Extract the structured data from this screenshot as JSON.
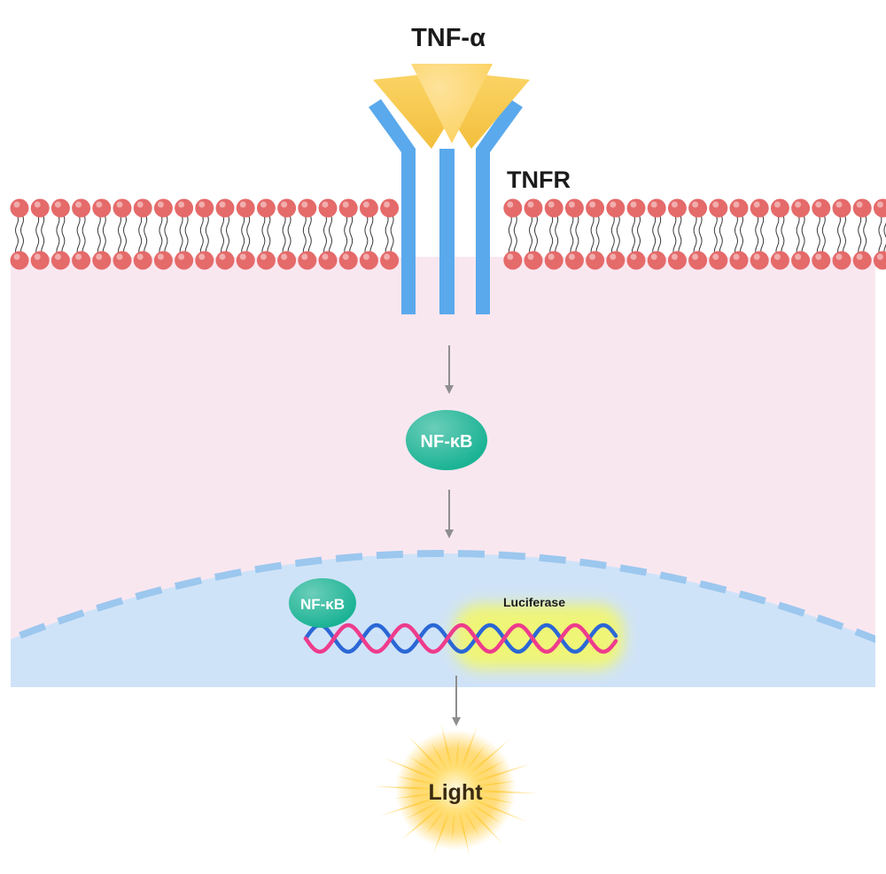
{
  "labels": {
    "ligand": "TNF-α",
    "receptor": "TNFR",
    "transcription_factor": "NF-κB",
    "transcription_factor_bound": "NF-κB",
    "reporter_gene": "Luciferase",
    "output": "Light"
  },
  "colors": {
    "cytoplasm": "#f9e7f0",
    "nucleus": "#cfe3f8",
    "nuclear_envelope": "#9cc7ee",
    "phospholipid_head": "#e56a6a",
    "receptor": "#5aa9ec",
    "ligand": "#f7cf5a",
    "nfkb": "#1bb394",
    "dna_strand_a": "#ee3c8c",
    "dna_strand_b": "#2b67d6",
    "luciferase_glow": "#f3f76a",
    "arrow": "#8e8e8e",
    "light_glow": "#ffc21a"
  }
}
